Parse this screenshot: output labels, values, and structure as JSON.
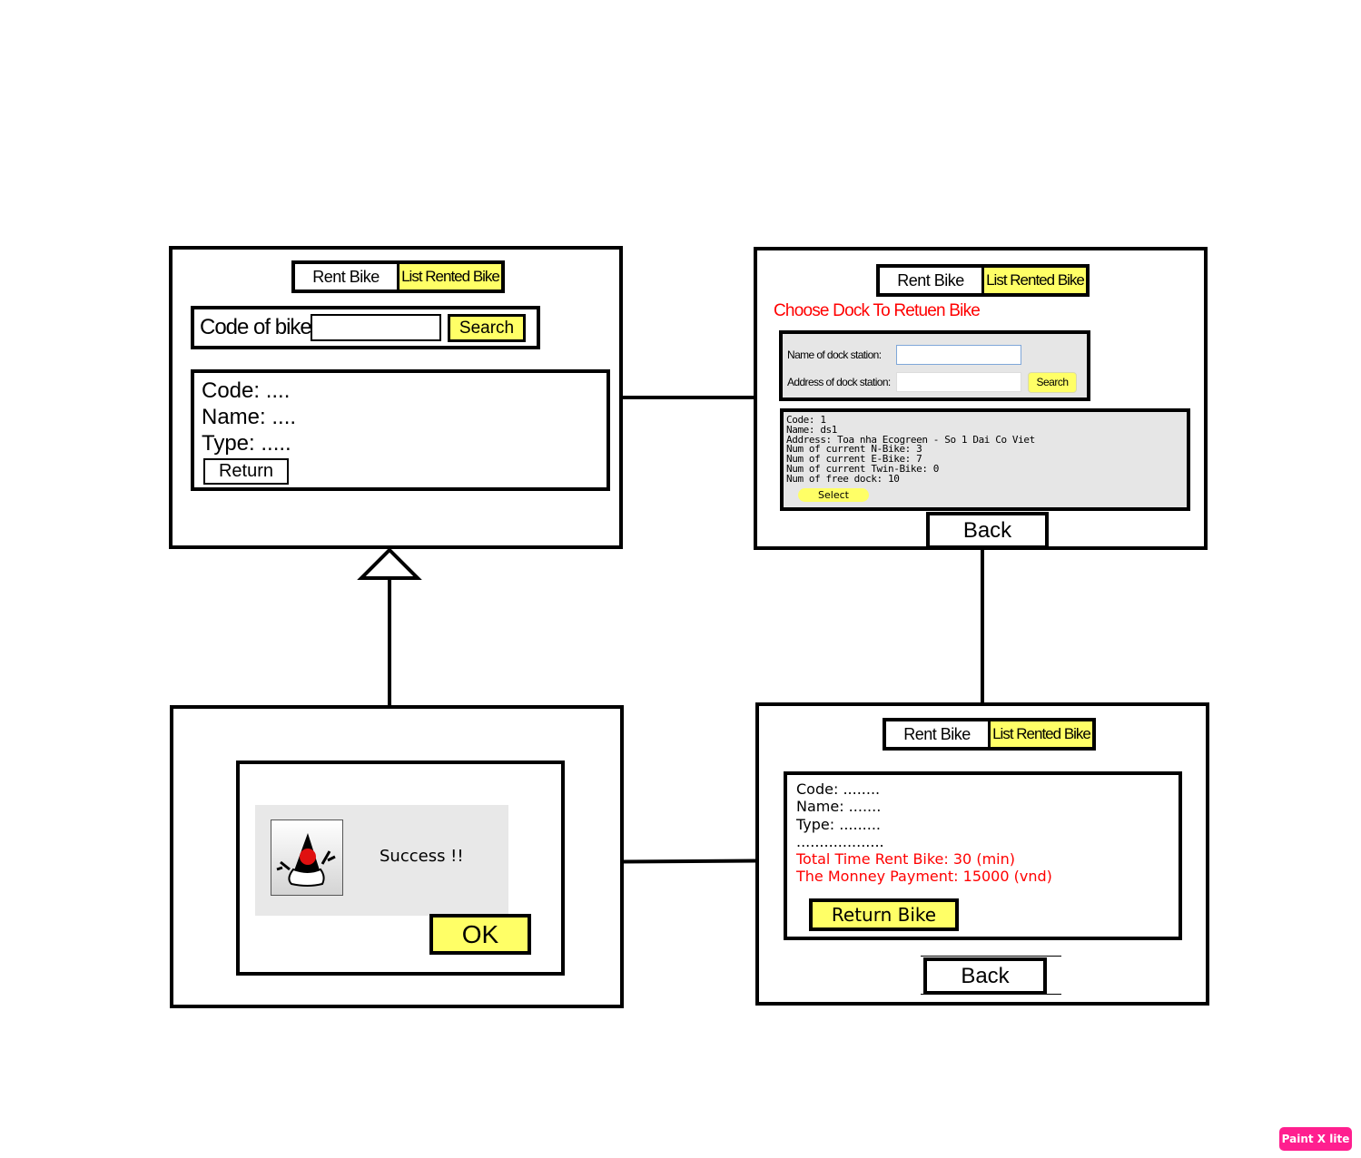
{
  "tabs": {
    "rent_bike": "Rent Bike",
    "list_rented_bike": "List Rented Bike"
  },
  "search_screen": {
    "code_label": "Code of bike",
    "code_input_value": "",
    "search_button": "Search",
    "info": {
      "code": "Code: ....",
      "name": "Name: ....",
      "type": "Type: ....."
    },
    "return_button": "Return"
  },
  "dock_screen": {
    "heading": "Choose Dock To Retuen Bike",
    "name_label": "Name of dock station:",
    "name_input_value": "",
    "address_label": "Address of dock station:",
    "address_input_value": "",
    "search_button": "Search",
    "station": {
      "code": "Code: 1",
      "name": "Name: ds1",
      "address": "Address: Toa nha Ecogreen - So 1 Dai Co Viet",
      "n_bike": "Num of current N-Bike: 3",
      "e_bike": "Num of current E-Bike: 7",
      "twin_bike": "Num of current Twin-Bike: 0",
      "free_dock": "Num of free dock: 10"
    },
    "select_button": "Select",
    "back_button": "Back"
  },
  "success_screen": {
    "message": "Success !!",
    "ok_button": "OK"
  },
  "payment_screen": {
    "code": "Code: ........",
    "name": "Name: .......",
    "type": "Type: .........",
    "dots": "...................",
    "total_time": "Total Time Rent Bike: 30 (min)",
    "payment": "The Monney Payment: 15000 (vnd)",
    "return_bike_button": "Return Bike",
    "back_button": "Back"
  },
  "watermark": "Paint X lite",
  "colors": {
    "highlight": "#ffff66",
    "alert_text": "#ff0000",
    "dialog_bg": "#e8e8e8",
    "panel_bg": "#e6e6e6",
    "watermark_bg": "#ff1f8f"
  }
}
